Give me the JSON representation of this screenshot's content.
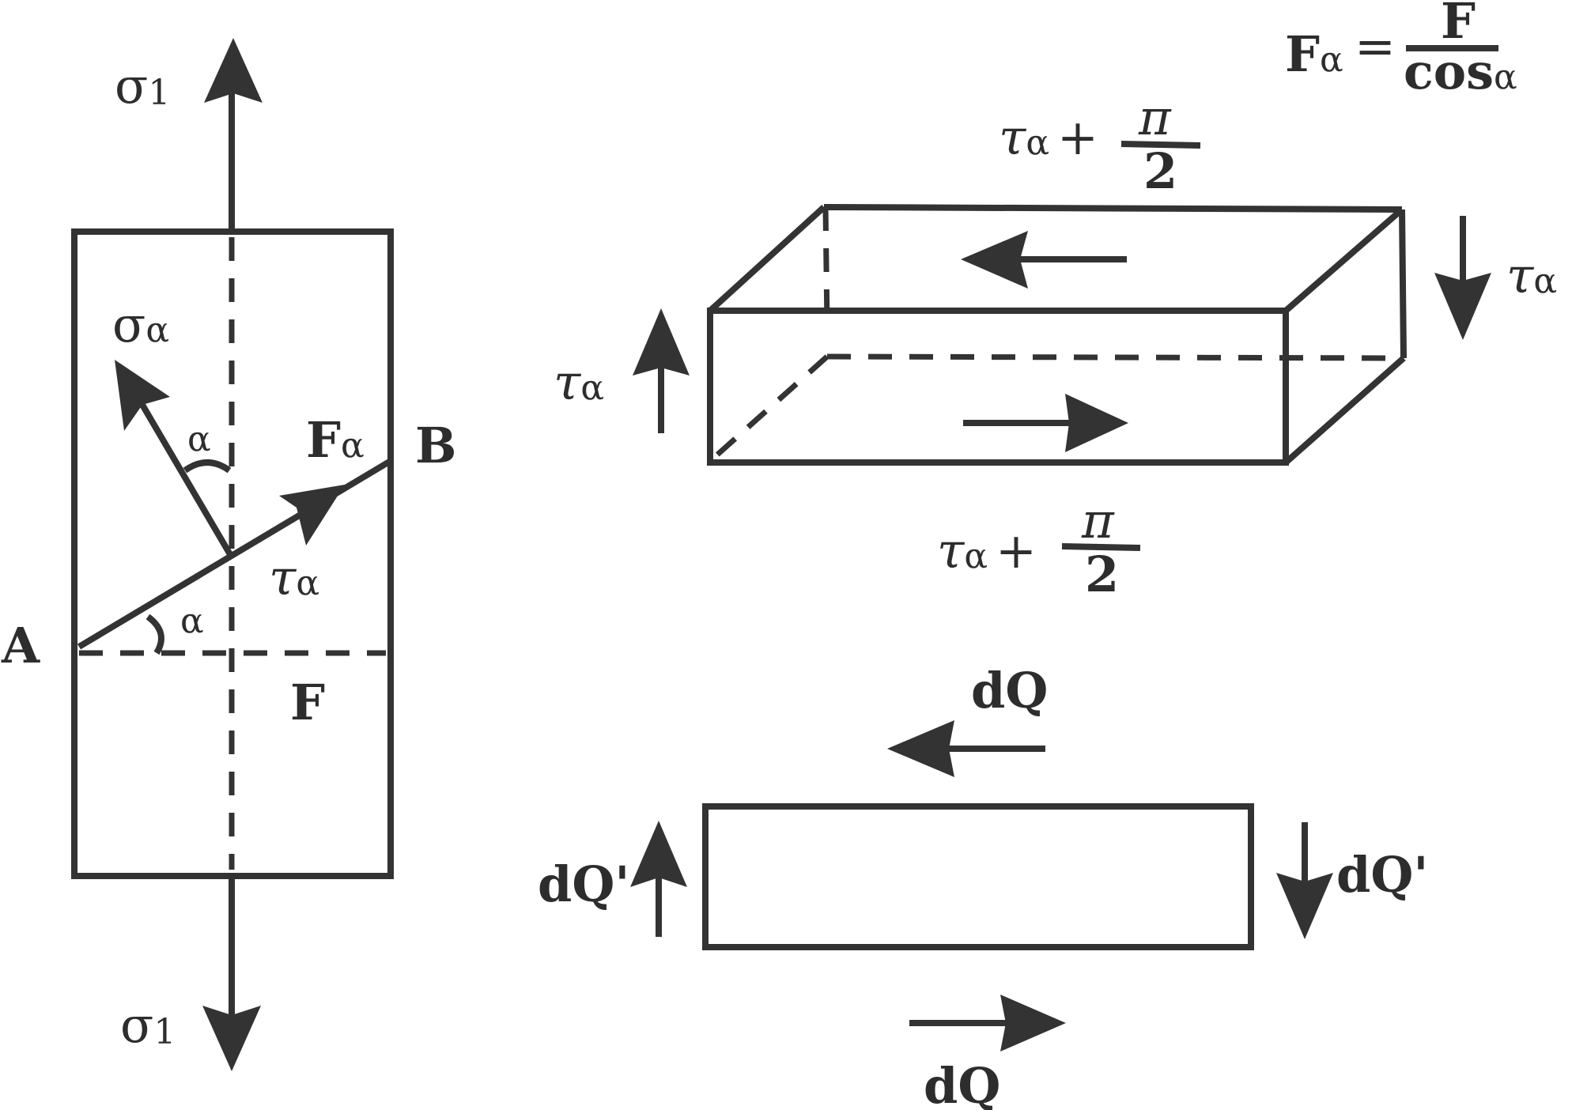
{
  "labels": {
    "sigma": "σ",
    "sub_one": "1",
    "sub_alpha": "α",
    "alpha": "α",
    "tau": "τ",
    "F": "F",
    "A": "A",
    "B": "B",
    "plus": "+",
    "pi": "π",
    "two": "2",
    "equals": "=",
    "cos": "cos",
    "dQ": "dQ",
    "dQ_prime": "dQ'"
  },
  "colors": {
    "ink": "#333333",
    "background": "#ffffff"
  }
}
